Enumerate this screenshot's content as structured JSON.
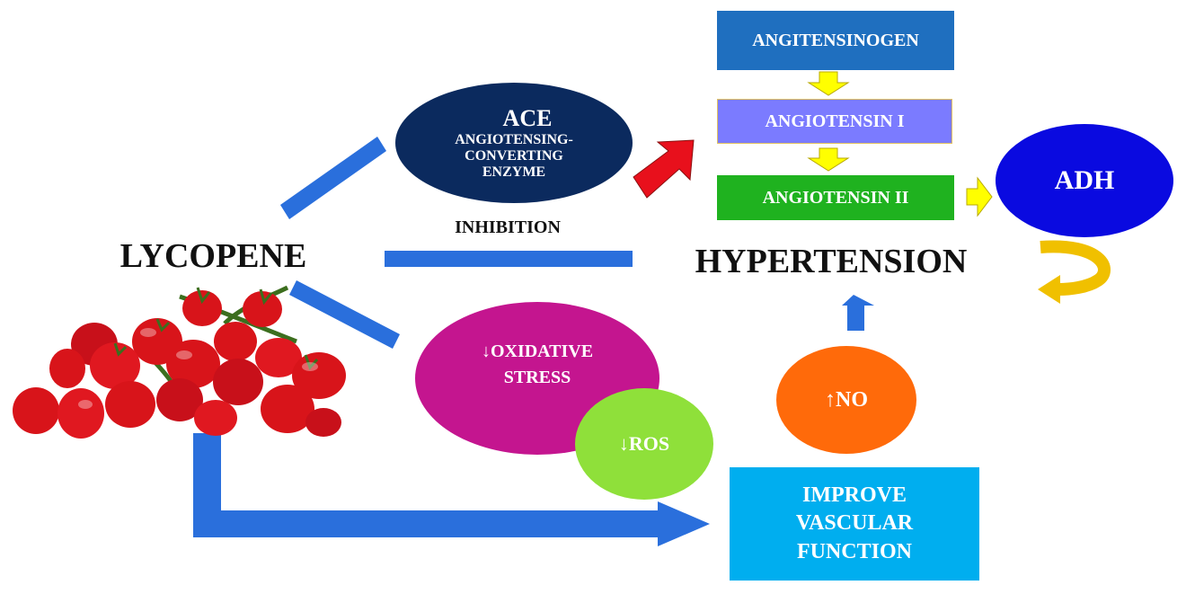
{
  "lycopene": "LYCOPENE",
  "ace": {
    "title": "ACE",
    "subtitle_line1": "ANGIOTENSING-",
    "subtitle_line2": "CONVERTING",
    "subtitle_line3": "ENZYME"
  },
  "inhibition": "INHIBITION",
  "cascade": {
    "angiotensinogen": "ANGITENSINOGEN",
    "angiotensin1": "ANGIOTENSIN I",
    "angiotensin2": "ANGIOTENSIN II"
  },
  "adh": "ADH",
  "hypertension": "HYPERTENSION",
  "oxidative": {
    "line1": "↓OXIDATIVE",
    "line2": "STRESS"
  },
  "ros": "↓ROS",
  "no": "↑NO",
  "vascular": {
    "line1": "IMPROVE",
    "line2": "VASCULAR",
    "line3": "FUNCTION"
  },
  "colors": {
    "angiotensinogen": "#1f6fbf",
    "angiotensin1": "#7b7bff",
    "angiotensin2": "#1fb21f",
    "ace_oval": "#0b2a5e",
    "adh_oval": "#0a0ae0",
    "oxidative_oval": "#c4158f",
    "ros_circle": "#8fe03a",
    "no_oval": "#ff6a0a",
    "vascular_box": "#00aeef",
    "connector": "#2a6fdc",
    "down_arrow": "#ffff00",
    "ace_arrow": "#e8101c",
    "loop_arrow": "#f0c000",
    "tomato": "#d8141a"
  }
}
